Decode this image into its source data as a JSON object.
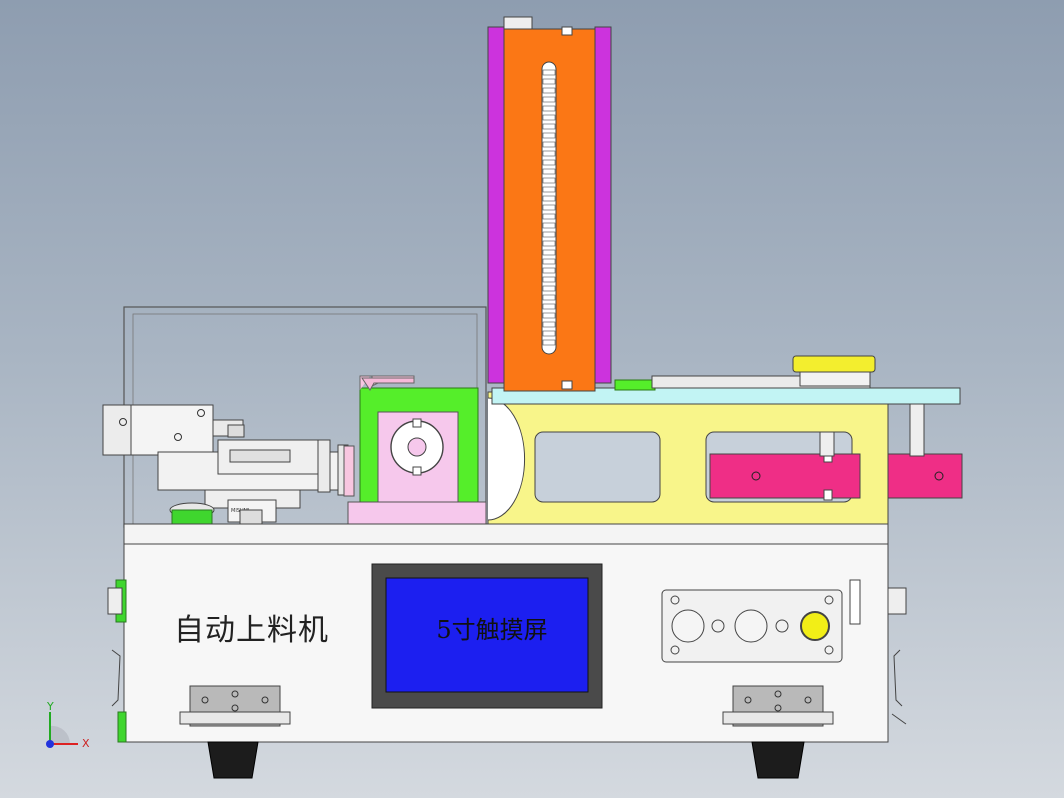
{
  "labels": {
    "machine_name": "自动上料机",
    "touchscreen": "5寸触摸屏",
    "small_nameplate": "MISUMI"
  },
  "triad": {
    "x_label": "X",
    "y_label": "Y"
  },
  "colors": {
    "background_top": "#8e9db0",
    "background_bottom": "#d4d9df",
    "magazine_orange": "#fb7715",
    "magazine_rails": "#cc33dd",
    "yellow_base": "#f8f58a",
    "pink_slider": "#ef2e86",
    "green_bracket": "#55ee2a",
    "light_pink_block": "#f6c8ec",
    "cyan_strip": "#c2f4f4",
    "screen_blue": "#1c1ff0",
    "start_button": "#f2ee17"
  }
}
